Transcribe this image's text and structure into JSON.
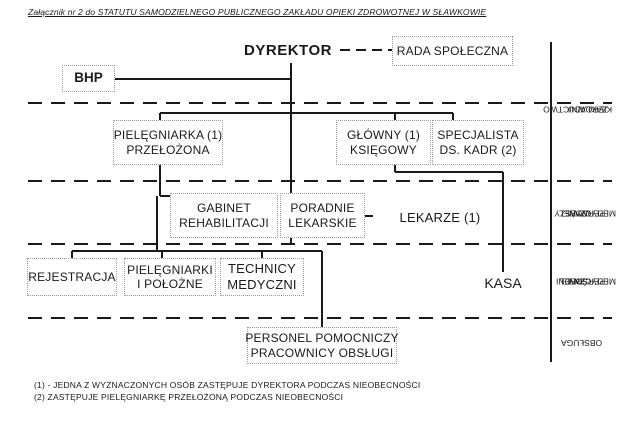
{
  "title": "Załącznik nr 2 do STATUTU SAMODZIELNEGO PUBLICZNEGO ZAKŁADU OPIEKI ZDROWOTNEJ W SŁAWKOWIE",
  "nodes": {
    "dyrektor": "DYREKTOR",
    "rada": "RADA SPOŁECZNA",
    "bhp": "BHP",
    "pielegniarka_line1": "PIELĘGNIARKA (1)",
    "pielegniarka_line2": "PRZEŁOŻONA",
    "ksiegowy_line1": "GŁÓWNY (1)",
    "ksiegowy_line2": "KSIĘGOWY",
    "specjalista_line1": "SPECJALISTA",
    "specjalista_line2": "DS. KADR (2)",
    "gabinet_line1": "GABINET",
    "gabinet_line2": "REHABILITACJI",
    "poradnie_line1": "PORADNIE",
    "poradnie_line2": "LEKARSKIE",
    "lekarze": "LEKARZE (1)",
    "rejestracja": "REJESTRACJA",
    "pielegniarki_line1": "PIELĘGNIARKI",
    "pielegniarki_line2": "I POŁOŻNE",
    "technicy_line1": "TECHNICY",
    "technicy_line2": "MEDYCZNI",
    "kasa": "KASA",
    "personel_line1": "PERSONEL POMOCNICZY",
    "personel_line2": "PRACOWNICY OBSŁUGI"
  },
  "levels": {
    "kierownictwo_line1": "KIEROWNICTWO",
    "kierownictwo_line2": "ZAKŁADU",
    "wyzszy_line1": "WYŻSZY",
    "wyzszy_line2": "PERSONEL",
    "wyzszy_line3": "MEDYCZNY",
    "sredni_line1": "ŚREDNI",
    "sredni_line2": "PERSONEL",
    "sredni_line3": "MEDYCZNY",
    "obsluga": "OBSŁUGA"
  },
  "footnotes": {
    "note1": "(1) - JEDNA Z WYZNACZONYCH OSÓB ZASTĘPUJE DYREKTORA PODCZAS NIEOBECNOŚCI",
    "note2": "(2) ZASTĘPUJE PIELĘGNIARKĘ PRZEŁOŻONĄ PODCZAS NIEOBECNOŚCI"
  }
}
